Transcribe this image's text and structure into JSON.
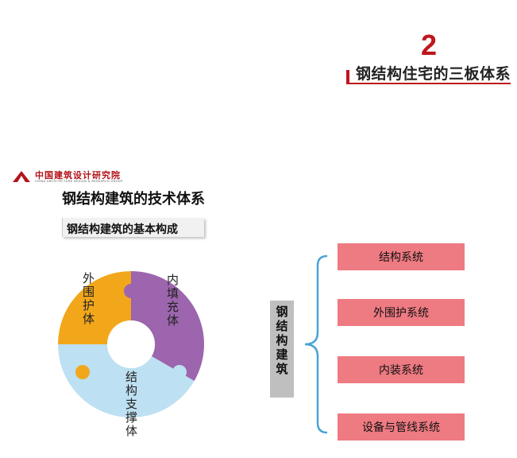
{
  "header": {
    "section_number": "2",
    "section_title": "钢结构住宅的三板体系"
  },
  "logo": {
    "name_cn": "中国建筑设计研究院",
    "name_en": "CHINA ARCHITECTURE DESIGN & RESEARCH GROUP"
  },
  "main": {
    "heading": "钢结构建筑的技术体系",
    "sub_heading": "钢结构建筑的基本构成"
  },
  "puzzle": {
    "outer_label": "外围护体",
    "infill_label": "内填充体",
    "structure_label": "结构支撑体",
    "colors": {
      "outer": "#f2a71b",
      "infill": "#9c65ad",
      "structure": "#bde0f2"
    }
  },
  "system_tree": {
    "root": "钢结构建筑",
    "items": [
      "结构系统",
      "外围护系统",
      "内装系统",
      "设备与管线系统"
    ],
    "box_color": "#ee7a82",
    "brace_color": "#4aa3d4"
  },
  "colors": {
    "accent": "#c0161d"
  }
}
